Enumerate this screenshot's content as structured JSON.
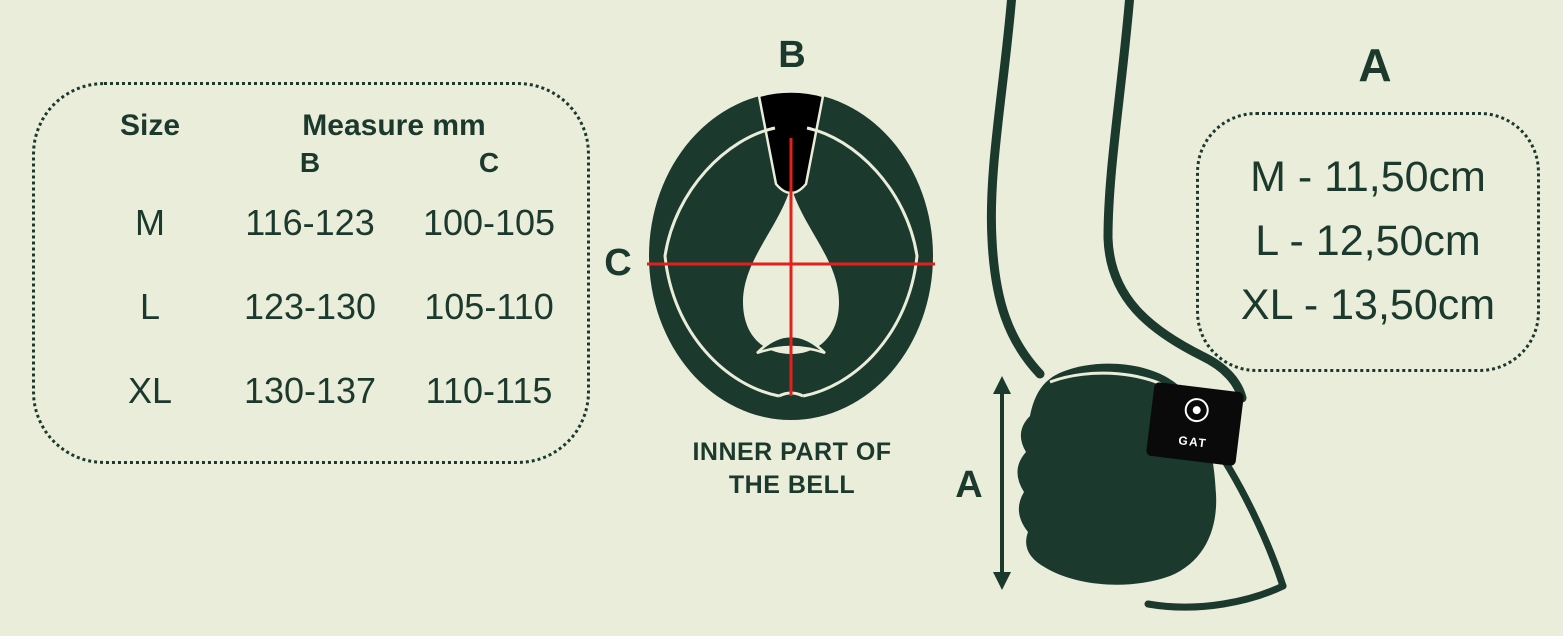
{
  "colors": {
    "background": "#e9edda",
    "ink_dark_green": "#1c392e",
    "measure_red": "#e41f1c",
    "patch_black": "#0a0a0a",
    "patch_text_white": "#ffffff"
  },
  "size_table": {
    "header_size": "Size",
    "header_measure": "Measure mm",
    "sub_b": "B",
    "sub_c": "C",
    "rows": [
      {
        "size": "M",
        "b": "116-123",
        "c": "100-105"
      },
      {
        "size": "L",
        "b": "123-130",
        "c": "105-110"
      },
      {
        "size": "XL",
        "b": "130-137",
        "c": "110-115"
      }
    ]
  },
  "bell_diagram": {
    "label_b": "B",
    "label_c": "C",
    "caption_line1": "INNER PART OF",
    "caption_line2": "THE BELL"
  },
  "leg_diagram": {
    "label_a": "A",
    "patch_text": "GAT"
  },
  "height_panel": {
    "title": "A",
    "rows": [
      "M - 11,50cm",
      "L - 12,50cm",
      "XL - 13,50cm"
    ]
  }
}
